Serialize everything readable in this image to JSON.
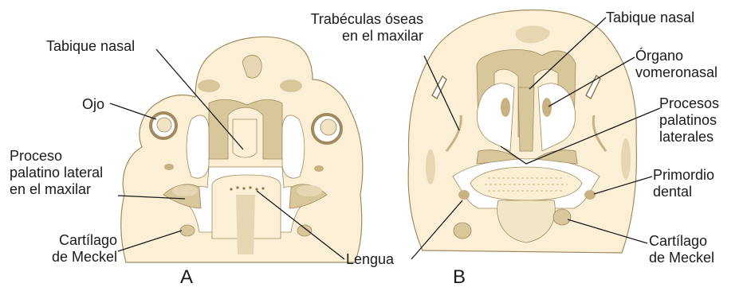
{
  "panels": [
    {
      "letter": "A"
    },
    {
      "letter": "B"
    }
  ],
  "labels": {
    "tabique_a": "Tabique nasal",
    "ojo": "Ojo",
    "proceso_a": "Proceso\npalatino lateral\nen el maxilar",
    "meckel_a": "Cartílago\nde Meckel",
    "lengua": "Lengua",
    "trabeculas": "Trabéculas óseas\nen el maxilar",
    "tabique_b": "Tabique nasal",
    "organo": "Órgano\nvomeronasal",
    "procesos_b": "Procesos\npalatinos\nlaterales",
    "primordio": "Primordio\ndental",
    "meckel_b": "Cartílago\nde Meckel"
  },
  "colors": {
    "tissue": "#fbf0d6",
    "structure": "#d9c79c",
    "outline": "#8a7550",
    "cavity": "#ffffff",
    "leader": "#1a1a1a",
    "text": "#1a1a1a"
  }
}
